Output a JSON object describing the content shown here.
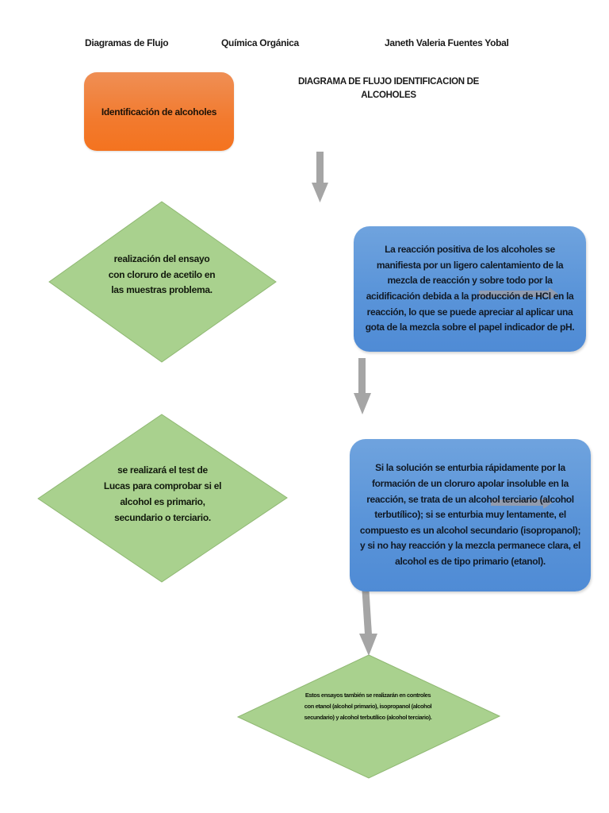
{
  "header": {
    "left": "Diagramas de Flujo",
    "middle": "Química Orgánica",
    "right": "Janeth Valeria Fuentes Yobal"
  },
  "diagram": {
    "title": "DIAGRAMA DE FLUJO IDENTIFICACION DE ALCOHOLES",
    "start": {
      "label": "Identificación de alcoholes",
      "color": "#f27a2e"
    },
    "decisions": [
      {
        "label": "realización del ensayo con cloruro de acetilo en las muestras problema."
      },
      {
        "label": "se realizará el test de Lucas para comprobar si el alcohol es primario, secundario o terciario."
      },
      {
        "label": "Estos ensayos también se realizarán en controles con etanol (alcohol primario), isopropanol (alcohol secundario) y alcohol terbutílico (alcohol terciario)."
      }
    ],
    "processes": [
      {
        "label": "La reacción positiva de los alcoholes se manifiesta por un ligero calentamiento de la mezcla de reacción y sobre todo por la acidificación debida a la producción de HCl en la reacción, lo que se puede apreciar al aplicar una gota de la mezcla sobre el papel indicador de pH."
      },
      {
        "label": "Si la solución se enturbia rápidamente por la formación de un cloruro apolar insoluble en la reacción, se trata de un alcohol terciario (alcohol terbutílico); si se enturbia muy lentamente, el compuesto es un alcohol secundario (isopropanol); y si no hay reacción y la mezcla permanece clara, el alcohol es de tipo primario (etanol)."
      }
    ],
    "colors": {
      "decision_fill": "#a9d18e",
      "decision_stroke": "#8fb872",
      "process_fill": "#5b9bd5",
      "arrow": "#a5a5a5",
      "start_fill": "#f27a2e"
    }
  }
}
